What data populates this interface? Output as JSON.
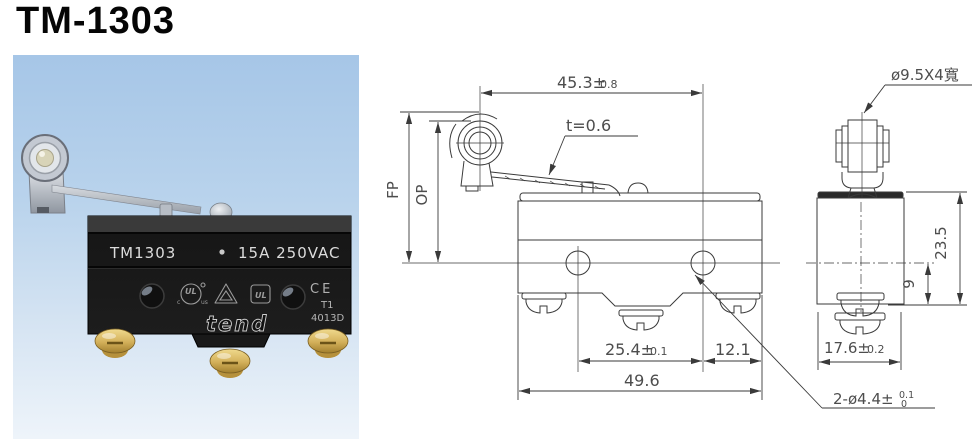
{
  "page": {
    "title": "TM-1303"
  },
  "photo": {
    "model": "TM1303",
    "rating": "15A 250VAC",
    "brand": "tend",
    "ce_mark": "CE",
    "code_top": "T1",
    "code_bottom": "4013D",
    "ul_mark_1": "UL",
    "ul_mark_1_c": "c",
    "ul_mark_1_us": "us",
    "ul_mark_2": "UL",
    "bg_top": "#a6c6e7",
    "bg_bottom": "#eef4fa"
  },
  "drawing": {
    "line_color": "#3a3a3a",
    "text_color": "#4d4d4d",
    "labels": {
      "fp": "FP",
      "op": "OP",
      "lever_len": "45.3±",
      "lever_len_tol": "0.8",
      "thickness": "t=0.6",
      "roller_size": "ø9.5X4寬",
      "hole_pitch": "25.4±",
      "hole_pitch_tol": "0.1",
      "edge_offset": "12.1",
      "total_width": "49.6",
      "body_height": "23.5",
      "center_height": "9",
      "depth": "17.6±",
      "depth_tol": "0.2",
      "holes": "2-ø4.4±",
      "holes_tol_up": "0.1",
      "holes_tol_dn": "0"
    }
  }
}
